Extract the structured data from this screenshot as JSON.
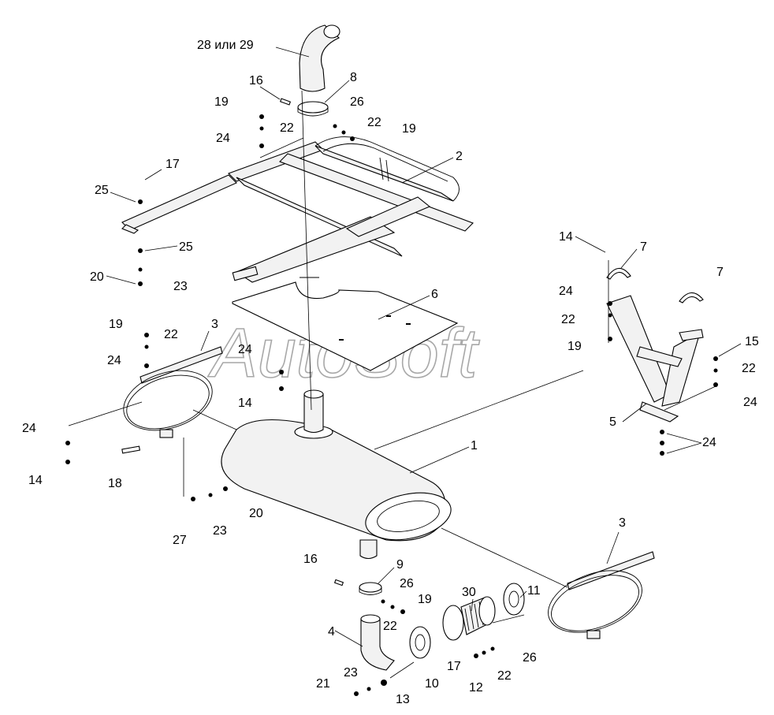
{
  "watermark": "AutoSoft",
  "labels": {
    "l28_29": "28 или 29",
    "l16a": "16",
    "l8": "8",
    "l19a": "19",
    "l26a": "26",
    "l22a": "22",
    "l22b": "22",
    "l19b": "19",
    "l24a": "24",
    "l2": "2",
    "l17a": "17",
    "l25a": "25",
    "l25b": "25",
    "l20a": "20",
    "l23a": "23",
    "l14a": "14",
    "l7a": "7",
    "l7b": "7",
    "l24b": "24",
    "l22c": "22",
    "l19c": "19",
    "l15": "15",
    "l22d": "22",
    "l24c": "24",
    "l5": "5",
    "l24d": "24",
    "l6": "6",
    "l19d": "19",
    "l3a": "3",
    "l22e": "22",
    "l24e": "24",
    "l24f": "24",
    "l14b": "14",
    "l24g": "24",
    "l14c": "14",
    "l18": "18",
    "l1": "1",
    "l27": "27",
    "l23b": "23",
    "l20b": "20",
    "l3b": "3",
    "l16b": "16",
    "l9": "9",
    "l26b": "26",
    "l19e": "19",
    "l22f": "22",
    "l30": "30",
    "l11": "11",
    "l4": "4",
    "l17b": "17",
    "l26c": "26",
    "l22g": "22",
    "l10": "10",
    "l12": "12",
    "l21": "21",
    "l23c": "23",
    "l13": "13"
  }
}
